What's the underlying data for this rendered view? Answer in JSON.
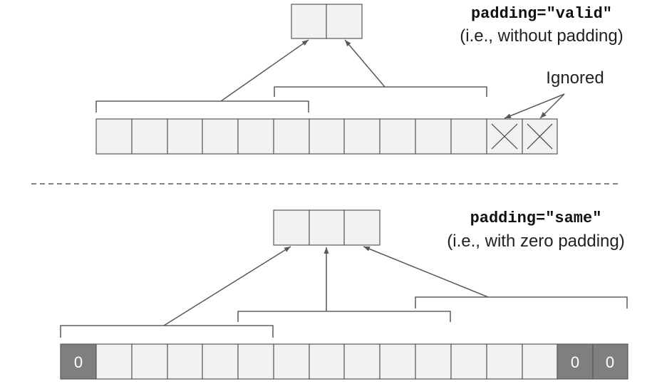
{
  "valid": {
    "title": "padding=\"valid\"",
    "subtitle": "(i.e., without padding)",
    "ignored_label": "Ignored",
    "input_cells": 13,
    "ignored_cells": 2,
    "output_cells": 2
  },
  "same": {
    "title": "padding=\"same\"",
    "subtitle": "(i.e., with zero padding)",
    "input_cells": 16,
    "output_cells": 3,
    "pad_value": "0",
    "pad_left_count": 1,
    "pad_right_count": 2
  },
  "colors": {
    "cell_fill": "#f2f2f2",
    "pad_fill": "#7f7f7f",
    "stroke": "#595959"
  }
}
